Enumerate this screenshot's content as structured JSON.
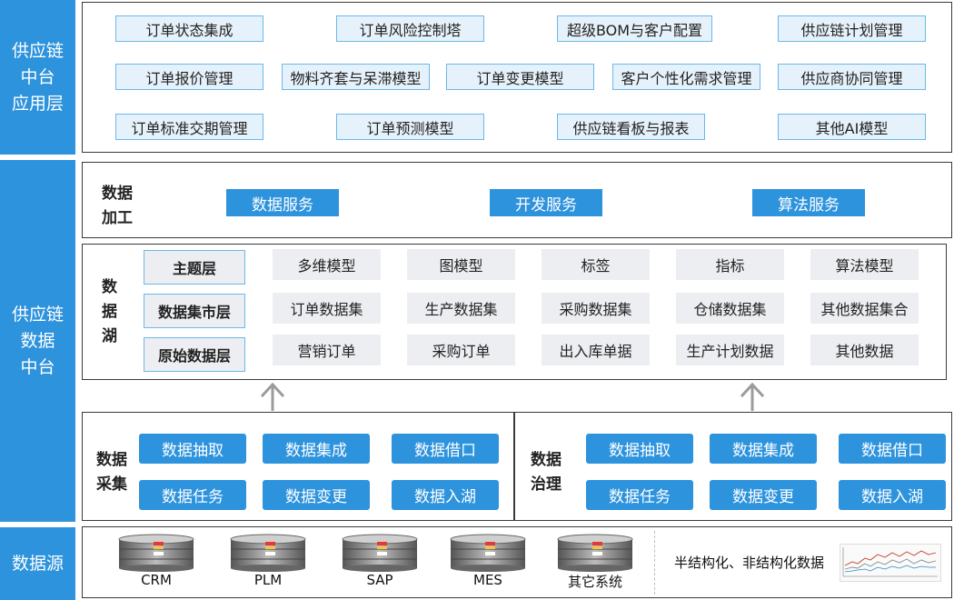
{
  "sidebar": {
    "app_layer": "供应链\n中台\n应用层",
    "data_platform": "供应链\n数据\n中台",
    "data_source": "数据源"
  },
  "app_modules": [
    [
      "订单状态集成",
      "订单风险控制塔",
      "超级BOM与客户配置",
      "供应链计划管理"
    ],
    [
      "订单报价管理",
      "物料齐套与呆滞模型",
      "订单变更模型",
      "客户个性化需求管理",
      "供应商协同管理"
    ],
    [
      "订单标准交期管理",
      "订单预测模型",
      "供应链看板与报表",
      "其他AI模型"
    ]
  ],
  "processing": {
    "label": "数据\n加工",
    "services": [
      "数据服务",
      "开发服务",
      "算法服务"
    ]
  },
  "data_lake": {
    "label": "数\n据\n湖",
    "layers": [
      "主题层",
      "数据集市层",
      "原始数据层"
    ],
    "rows": [
      [
        "多维模型",
        "图模型",
        "标签",
        "指标",
        "算法模型"
      ],
      [
        "订单数据集",
        "生产数据集",
        "采购数据集",
        "仓储数据集",
        "其他数据集合"
      ],
      [
        "营销订单",
        "采购订单",
        "出入库单据",
        "生产计划数据",
        "其他数据"
      ]
    ]
  },
  "collection": {
    "label": "数据\n采集",
    "buttons": [
      "数据抽取",
      "数据集成",
      "数据借口",
      "数据任务",
      "数据变更",
      "数据入湖"
    ]
  },
  "governance": {
    "label": "数据\n治理",
    "buttons": [
      "数据抽取",
      "数据集成",
      "数据借口",
      "数据任务",
      "数据变更",
      "数据入湖"
    ]
  },
  "sources": {
    "systems": [
      "CRM",
      "PLM",
      "SAP",
      "MES",
      "其它系统"
    ],
    "unstructured_label": "半结构化、非结构化数据"
  },
  "colors": {
    "accent": "#2e93dd",
    "light_blue": "#e6f2fb",
    "border_blue": "#6bb8ea",
    "gray_fill": "#eceef1"
  }
}
